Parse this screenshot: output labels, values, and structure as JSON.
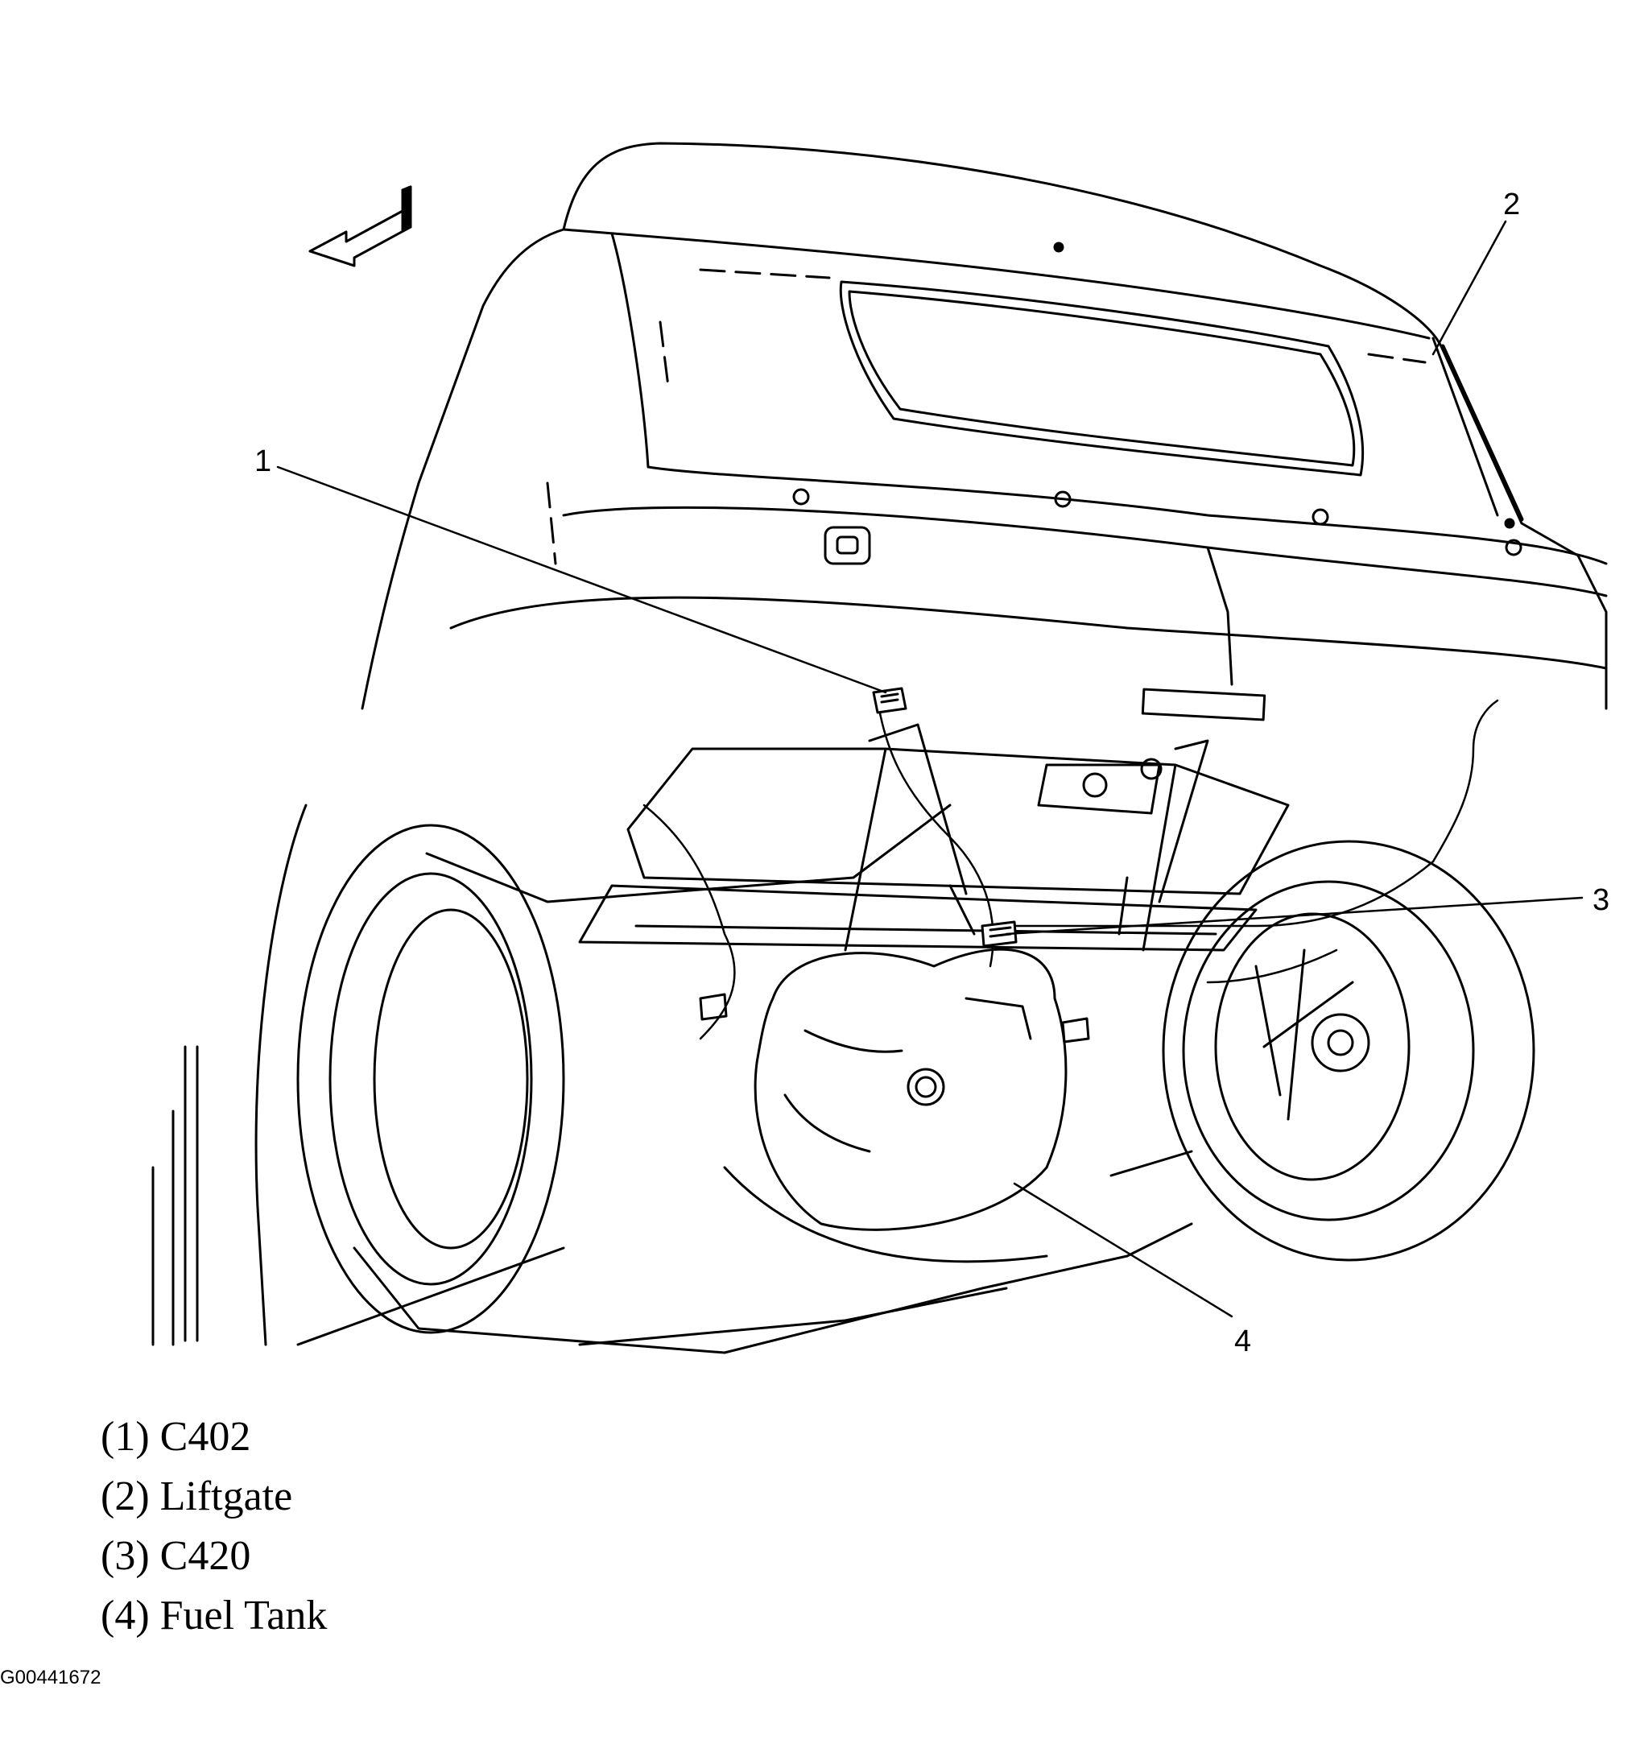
{
  "callouts": [
    {
      "number": "1",
      "label": "C402"
    },
    {
      "number": "2",
      "label": "Liftgate"
    },
    {
      "number": "3",
      "label": "C420"
    },
    {
      "number": "4",
      "label": "Fuel Tank"
    }
  ],
  "legend": [
    {
      "text": "(1) C402"
    },
    {
      "text": "(2) Liftgate"
    },
    {
      "text": "(3) C420"
    },
    {
      "text": "(4) Fuel Tank"
    }
  ],
  "figure_id": "G00441672",
  "icons": {
    "direction_arrow": "forward-arrow-icon"
  }
}
